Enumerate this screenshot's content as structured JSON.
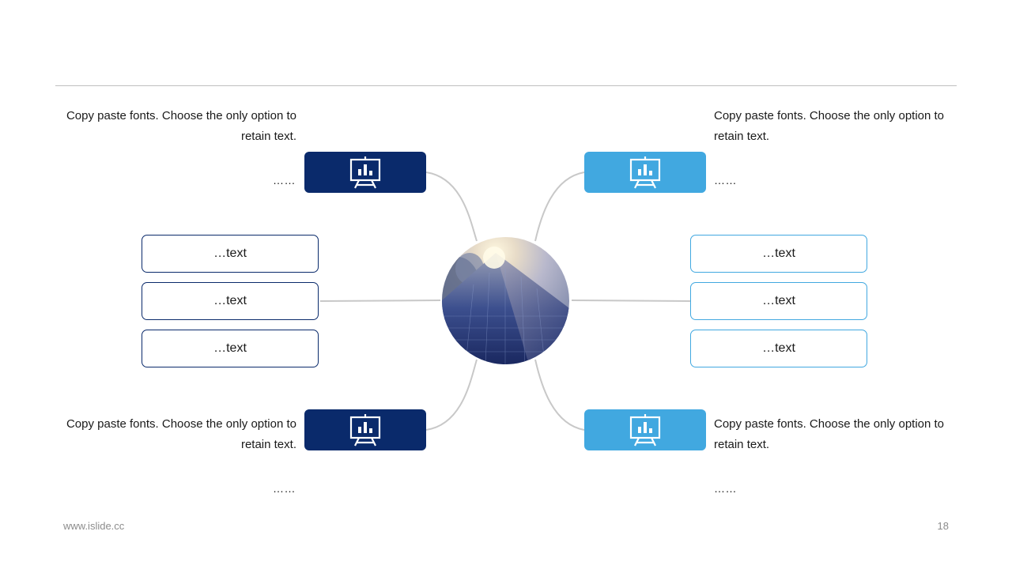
{
  "colors": {
    "dark": "#0a2a6b",
    "light": "#41a8e0",
    "connector": "#c8c8c8"
  },
  "top_left": {
    "text": "Copy paste fonts. Choose the only option to retain text.",
    "dots": "……",
    "icon": "presentation-chart-icon"
  },
  "top_right": {
    "text": "Copy paste fonts. Choose the only option to retain text.",
    "dots": "……",
    "icon": "presentation-chart-icon"
  },
  "bottom_left": {
    "text": "Copy paste fonts. Choose the only option to retain text.",
    "dots": "……",
    "icon": "presentation-chart-icon"
  },
  "bottom_right": {
    "text": "Copy paste fonts. Choose the only option to retain text.",
    "dots": "……",
    "icon": "presentation-chart-icon"
  },
  "left_boxes": [
    "…text",
    "…text",
    "…text"
  ],
  "right_boxes": [
    "…text",
    "…text",
    "…text"
  ],
  "center_image": "skyscraper-photo",
  "footer": {
    "website": "www.islide.cc",
    "page_number": "18"
  }
}
